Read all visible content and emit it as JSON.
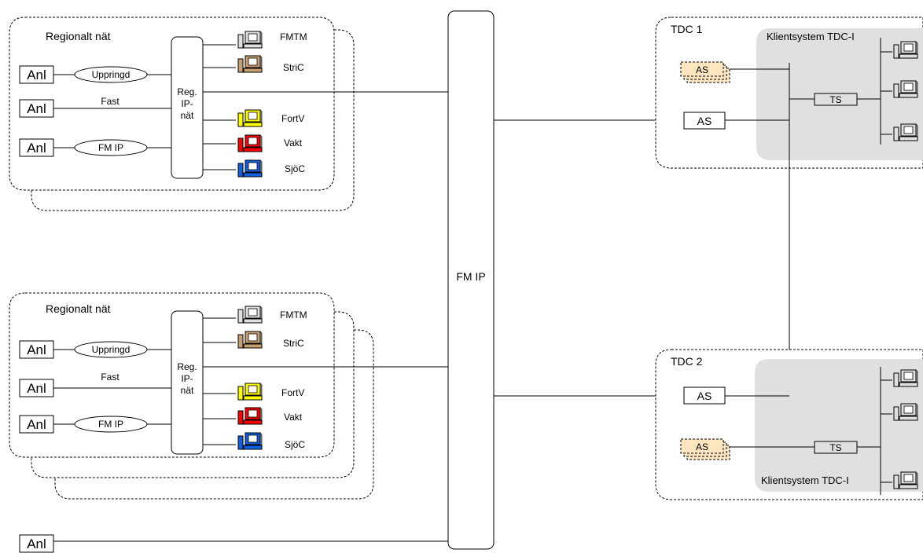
{
  "backbone": {
    "label": "FM IP"
  },
  "regions": [
    {
      "title": "Regionalt nät",
      "hub": {
        "line1": "Reg.",
        "line2": "IP-",
        "line3": "nät"
      },
      "connections": [
        {
          "anl": "Anl",
          "link": "Uppringd",
          "link_type": "dialup"
        },
        {
          "anl": "Anl",
          "link": "Fast",
          "link_type": "fixed"
        },
        {
          "anl": "Anl",
          "link": "FM IP",
          "link_type": "ip"
        }
      ],
      "clients": [
        {
          "label": "FMTM",
          "color": "#e0e0e0",
          "icon": "computer-icon"
        },
        {
          "label": "StriC",
          "color": "#c8a070",
          "icon": "computer-icon"
        },
        {
          "label": "FortV",
          "color": "#ffff00",
          "icon": "computer-icon"
        },
        {
          "label": "Vakt",
          "color": "#ff0000",
          "icon": "computer-icon"
        },
        {
          "label": "SjöC",
          "color": "#1060e0",
          "icon": "computer-icon"
        }
      ]
    },
    {
      "title": "Regionalt nät",
      "hub": {
        "line1": "Reg.",
        "line2": "IP-",
        "line3": "nät"
      },
      "connections": [
        {
          "anl": "Anl",
          "link": "Uppringd",
          "link_type": "dialup"
        },
        {
          "anl": "Anl",
          "link": "Fast",
          "link_type": "fixed"
        },
        {
          "anl": "Anl",
          "link": "FM IP",
          "link_type": "ip"
        }
      ],
      "clients": [
        {
          "label": "FMTM",
          "color": "#e0e0e0",
          "icon": "computer-icon"
        },
        {
          "label": "StriC",
          "color": "#c8a070",
          "icon": "computer-icon"
        },
        {
          "label": "FortV",
          "color": "#ffff00",
          "icon": "computer-icon"
        },
        {
          "label": "Vakt",
          "color": "#ff0000",
          "icon": "computer-icon"
        },
        {
          "label": "SjöC",
          "color": "#1060e0",
          "icon": "computer-icon"
        }
      ]
    }
  ],
  "standalone_anl": "Anl",
  "tdcs": [
    {
      "title": "TDC 1",
      "client_system": "Klientsystem TDC-I",
      "as_active": "AS",
      "as_stack": "AS",
      "ts": "TS"
    },
    {
      "title": "TDC 2",
      "client_system": "Klientsystem TDC-I",
      "as_active": "AS",
      "as_stack": "AS",
      "ts": "TS"
    }
  ],
  "colors": {
    "anl_fill": "#fde6c0",
    "hub_fill": "#e6f7e6",
    "as_active_fill": "#7ee87e",
    "as_stack_fill": "#fde6c0",
    "ts_fill": "#fde6c0",
    "client_panel": "#e0e0e0",
    "backbone_fill": "#e6f7e6"
  }
}
